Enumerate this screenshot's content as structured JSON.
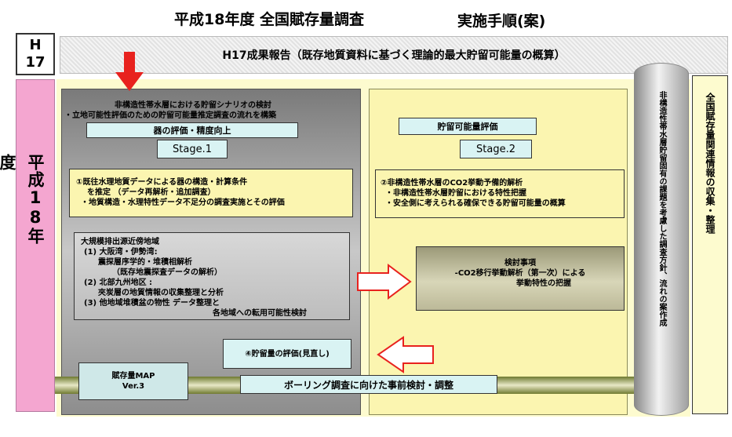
{
  "header": {
    "title": "平成18年度  全国賦存量調査",
    "subtitle": "実施手順(案)"
  },
  "h17": {
    "label_line1": "H",
    "label_line2": "17",
    "report": "H17成果報告（既存地質資料に基づく理論的最大貯留可能量の概算）"
  },
  "year_label": "平成18年度",
  "left_panel": {
    "scenario_line1": "非構造性帯水層における貯留シナリオの検討",
    "scenario_line2": "・立地可能性評価のための貯留可能量推定調査の流れを構築",
    "subheading": "器の評価・精度向上",
    "stage": "Stage.1",
    "box1": {
      "line1": "①既往水理地質データによる器の構造・計算条件",
      "line2": "を推定 （データ再解析・追加調査）",
      "line3": "・地質構造・水理特性データ不足分の調査実施とその評価"
    },
    "box2": {
      "line1": "大規模排出源近傍地域",
      "line2": "(1) 大阪湾・伊勢湾:",
      "line3": "震探層序学的・堆積相解析",
      "line4": "（既存地震探査データの解析）",
      "line5": "(2) 北部九州地区 :",
      "line6": "夾炭層の地質情報の収集整理と分析",
      "line7": "(3) 他地域堆積盆の物性 データ整理と",
      "line8": "各地域への転用可能性検討"
    },
    "reassess": "④貯留量の評価(見直し)",
    "map_line1": "賦存量MAP",
    "map_line2": "Ver.3"
  },
  "right_panel": {
    "heading": "貯留可能量評価",
    "stage": "Stage.2",
    "box1": {
      "line1": "②非構造性帯水層のCO2挙動予備的解析",
      "line2": "・非構造性帯水層貯留における特性把握",
      "line3": "・安全側に考えられる確保できる貯留可能量の概算"
    },
    "box2": {
      "line1": "検討事項",
      "line2": "-CO2移行挙動解析（第一次）による",
      "line3": "挙動特性の把握"
    }
  },
  "boring": "ボーリング調査に向けた事前検討・調整",
  "vertical_cylinder": "非構造性帯水層貯留固有の課題を考慮した調査方針、流れの案作成",
  "vertical_right": "全国賦存量関連情報の収集・整理",
  "colors": {
    "pink": "#f4a6d0",
    "yellow_panel": "#fbf5b0",
    "yellow_outer": "#fdfbcf",
    "cyan": "#d9f3f3",
    "cyan_map": "#cfe8e8",
    "arrow_red": "#e8221e",
    "gray_dark": "#5f5f5f"
  }
}
